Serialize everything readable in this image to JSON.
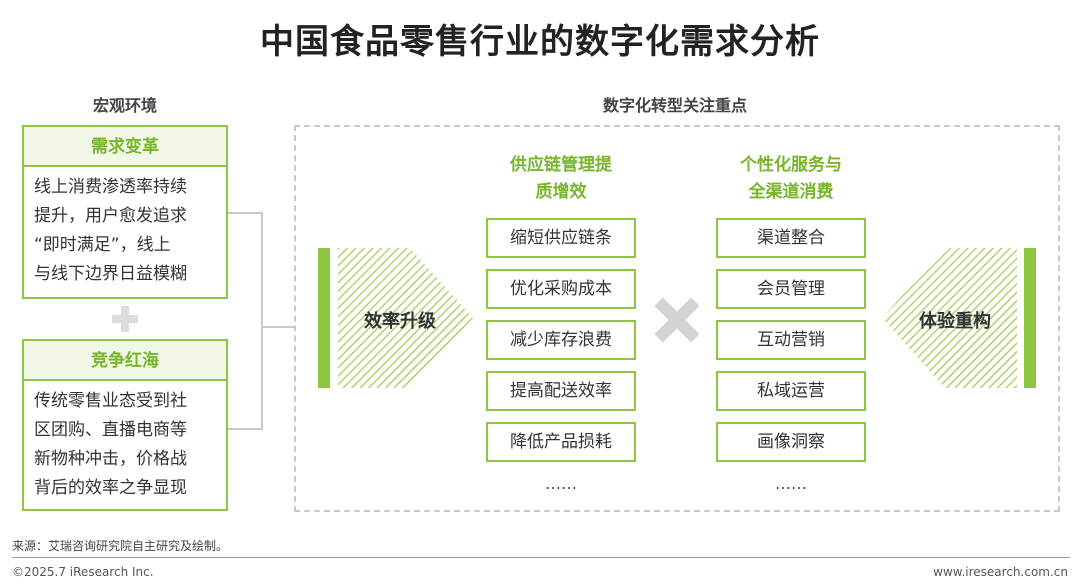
{
  "title": "中国食品零售行业的数字化需求分析",
  "macro": {
    "heading": "宏观环境",
    "cards": [
      {
        "title": "需求变革",
        "lines": [
          "线上消费渗透率持续",
          "提升，用户愈发追求",
          "“即时满足”，线上",
          "与线下边界日益模糊"
        ]
      },
      {
        "title": "竞争红海",
        "lines": [
          "传统零售业态受到社",
          "区团购、直播电商等",
          "新物种冲击，价格战",
          "背后的效率之争显现"
        ]
      }
    ]
  },
  "focus": {
    "heading": "数字化转型关注重点",
    "left_arrow": "效率升级",
    "right_arrow": "体验重构",
    "col1": {
      "title_lines": [
        "供应链管理提",
        "质增效"
      ],
      "items": [
        "缩短供应链条",
        "优化采购成本",
        "减少库存浪费",
        "提高配送效率",
        "降低产品损耗"
      ],
      "ellipsis": "……"
    },
    "col2": {
      "title_lines": [
        "个性化服务与",
        "全渠道消费"
      ],
      "items": [
        "渠道整合",
        "会员管理",
        "互动营销",
        "私域运营",
        "画像洞察"
      ],
      "ellipsis": "……"
    }
  },
  "footer": {
    "source": "来源：艾瑞咨询研究院自主研究及绘制。",
    "copyright": "©2025.7 iResearch Inc.",
    "website": "www.iresearch.com.cn"
  },
  "colors": {
    "accent": "#8dc63f",
    "accent_text": "#77b52a",
    "muted": "#d4d4d4"
  }
}
